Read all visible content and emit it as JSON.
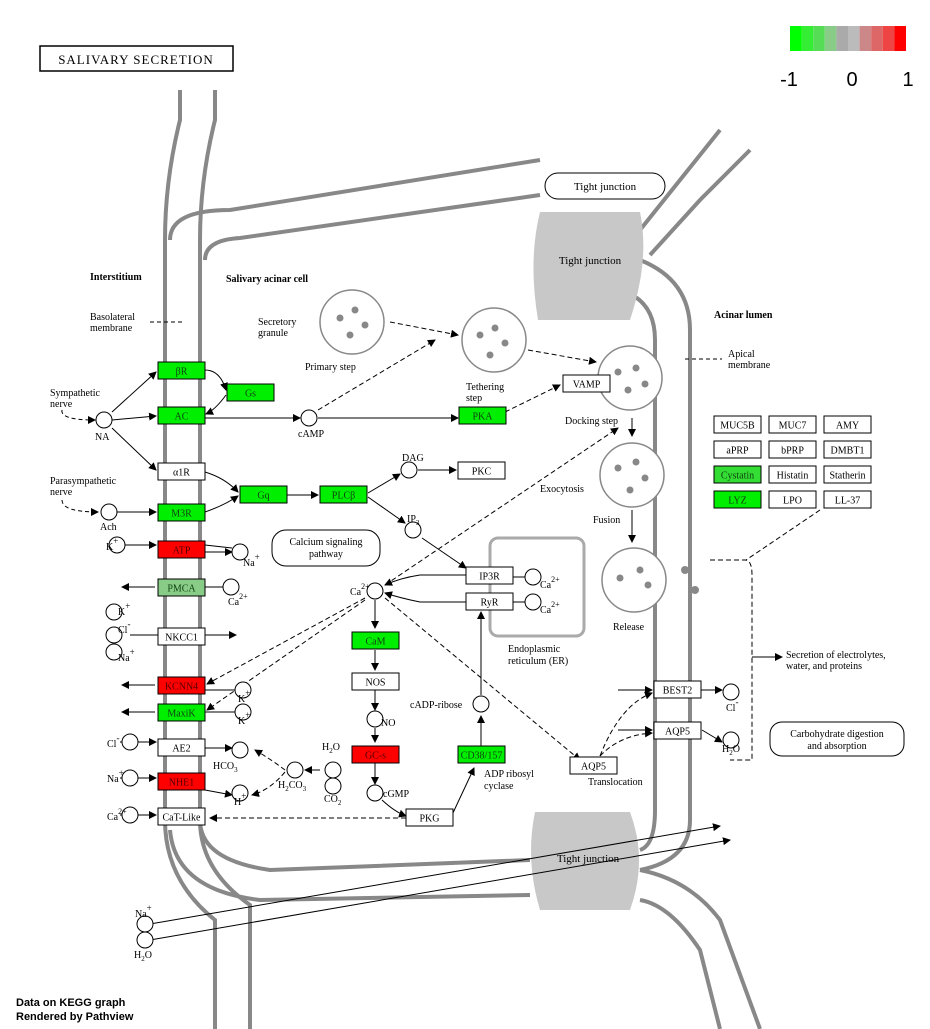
{
  "title": "SALIVARY SECRETION",
  "legend": {
    "colors": [
      "#00ff00",
      "#33ee33",
      "#55dd55",
      "#88cc88",
      "#aaaaaa",
      "#bbbbbb",
      "#cc8888",
      "#dd6666",
      "#ee4444",
      "#ff0000"
    ],
    "labels": [
      "-1",
      "0",
      "1"
    ]
  },
  "footer": {
    "line1": "Data on KEGG graph",
    "line2": "Rendered by Pathview"
  },
  "regions": {
    "interstitium": "Interstitium",
    "salivary_acinar_cell": "Salivary acinar cell",
    "acinar_lumen": "Acinar lumen"
  },
  "membranes": {
    "basolateral_1": "Basolateral",
    "basolateral_2": "membrane",
    "apical_1": "Apical",
    "apical_2": "membrane"
  },
  "tight_junction": "Tight junction",
  "pathways": {
    "calcium_1": "Calcium signaling",
    "calcium_2": "pathway",
    "carbohydrate_1": "Carbohydrate digestion",
    "carbohydrate_2": "and absorption"
  },
  "labels": {
    "sympathetic_1": "Sympathetic",
    "sympathetic_2": "nerve",
    "parasympathetic_1": "Parasympathetic",
    "parasympathetic_2": "nerve",
    "na": "NA",
    "ach": "Ach",
    "camp": "cAMP",
    "dag": "DAG",
    "ip3": "IP",
    "ip3_sub": "3",
    "ca": "Ca",
    "ca_sup": "2+",
    "secretory_1": "Secretory",
    "secretory_2": "granule",
    "primary_step": "Primary step",
    "tethering_1": "Tethering",
    "tethering_2": "step",
    "docking_step": "Docking step",
    "exocytosis": "Exocytosis",
    "fusion": "Fusion",
    "release": "Release",
    "er_1": "Endoplasmic",
    "er_2": "reticulum (ER)",
    "no": "NO",
    "cgmp": "cGMP",
    "cadp": "cADP-ribose",
    "adp_1": "ADP ribosyl",
    "adp_2": "cyclase",
    "h2o": "H",
    "co2": "CO",
    "h2co3": "H",
    "hco3": "HCO",
    "translocation": "Translocation",
    "secretion_1": "Secretion of electrolytes,",
    "secretion_2": "water, and proteins",
    "k": "K",
    "na_ion": "Na",
    "cl": "Cl",
    "h": "H",
    "plus": "+",
    "minus": "-"
  },
  "genes": {
    "bR": "βR",
    "Gs": "Gs",
    "AC": "AC",
    "a1R": "α1R",
    "Gq": "Gq",
    "PLCb": "PLCβ",
    "M3R": "M3R",
    "ATP": "ATP",
    "PMCA": "PMCA",
    "NKCC1": "NKCC1",
    "KCNN4": "KCNN4",
    "MaxiK": "MaxiK",
    "AE2": "AE2",
    "NHE1": "NHE1",
    "CaTLike": "CaT-Like",
    "PKA": "PKA",
    "PKC": "PKC",
    "VAMP": "VAMP",
    "IP3R": "IP3R",
    "RyR": "RyR",
    "CaM": "CaM",
    "NOS": "NOS",
    "GCs": "GC-s",
    "CD38": "CD38/157",
    "PKG": "PKG",
    "BEST2": "BEST2",
    "AQP5a": "AQP5",
    "AQP5b": "AQP5",
    "MUC5B": "MUC5B",
    "MUC7": "MUC7",
    "AMY": "AMY",
    "aPRP": "aPRP",
    "bPRP": "bPRP",
    "DMBT1": "DMBT1",
    "Cystatin": "Cystatin",
    "Histatin": "Histatin",
    "Statherin": "Statherin",
    "LYZ": "LYZ",
    "LPO": "LPO",
    "LL37": "LL-37"
  },
  "gene_colors": {
    "green": "#00ee00",
    "midgreen": "#33dd33",
    "palegreen": "#88cc88",
    "red": "#ff0000",
    "white": "#ffffff"
  }
}
